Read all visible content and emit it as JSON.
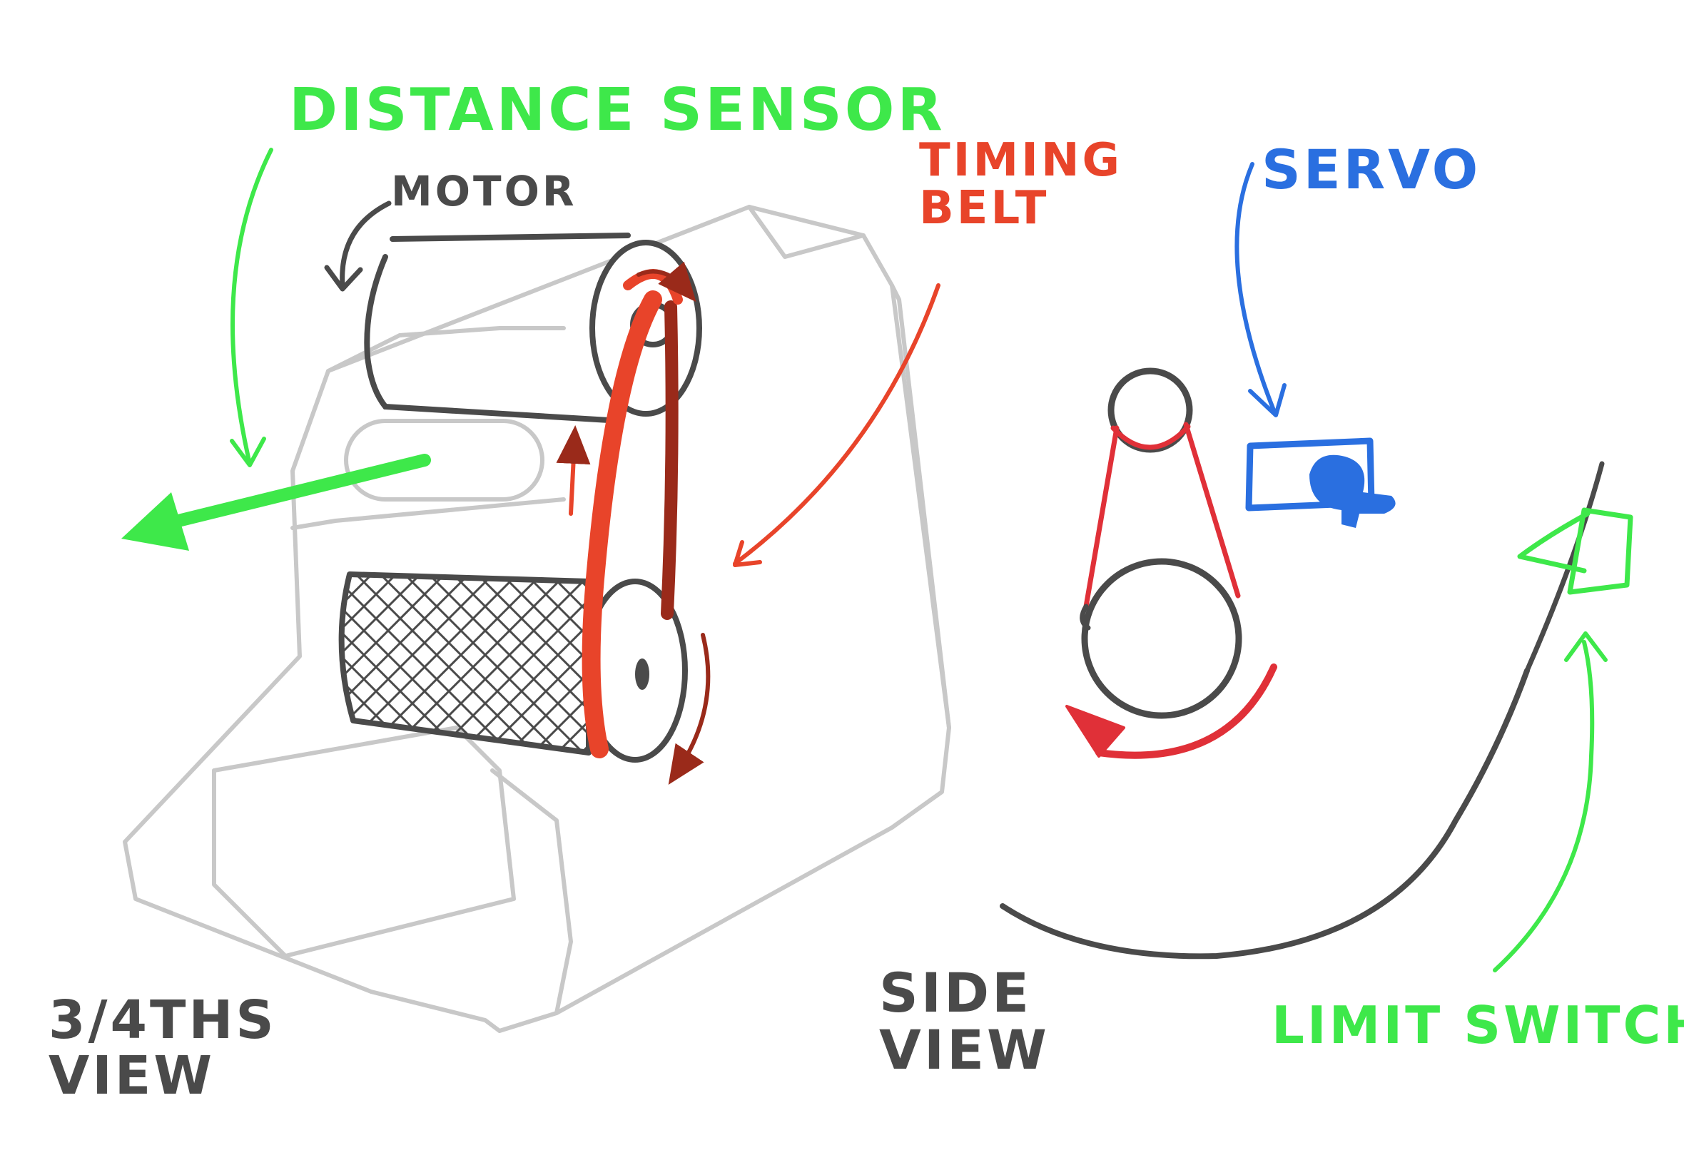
{
  "labels": {
    "distance_sensor": "DISTANCE SENSOR",
    "motor": "MOTOR",
    "timing_belt_line1": "TIMING",
    "timing_belt_line2": "BELT",
    "servo": "SERVO",
    "limit_switch": "LIMIT SWITCH",
    "three_quarter_view_line1": "3/4THS",
    "three_quarter_view_line2": "VIEW",
    "side_view_line1": "SIDE",
    "side_view_line2": "VIEW"
  },
  "colors": {
    "housing": "#c8c8c8",
    "ink": "#4a4a4a",
    "belt": "#e8442a",
    "belt_dark": "#9a2a1a",
    "sensor": "#3ee84a",
    "servo": "#2a6fe0",
    "side_belt": "#e03038",
    "limit": "#3ee84a"
  }
}
